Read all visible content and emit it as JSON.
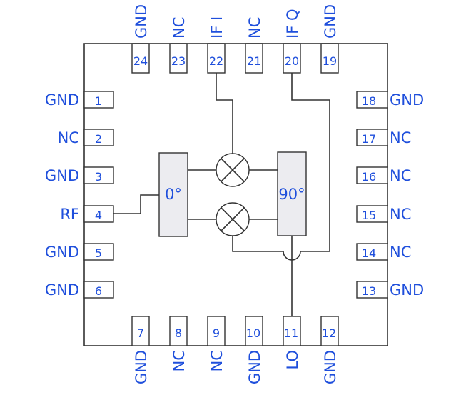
{
  "diagram": {
    "title": "",
    "blocks": {
      "splitter_0": "0°",
      "hybrid_90": "90°"
    },
    "pins": {
      "left": [
        {
          "num": "1",
          "label": "GND"
        },
        {
          "num": "2",
          "label": "NC"
        },
        {
          "num": "3",
          "label": "GND"
        },
        {
          "num": "4",
          "label": "RF"
        },
        {
          "num": "5",
          "label": "GND"
        },
        {
          "num": "6",
          "label": "GND"
        }
      ],
      "bottom": [
        {
          "num": "7",
          "label": "GND"
        },
        {
          "num": "8",
          "label": "NC"
        },
        {
          "num": "9",
          "label": "NC"
        },
        {
          "num": "10",
          "label": "GND"
        },
        {
          "num": "11",
          "label": "LO"
        },
        {
          "num": "12",
          "label": "GND"
        }
      ],
      "right": [
        {
          "num": "13",
          "label": "GND"
        },
        {
          "num": "14",
          "label": "NC"
        },
        {
          "num": "15",
          "label": "NC"
        },
        {
          "num": "16",
          "label": "NC"
        },
        {
          "num": "17",
          "label": "NC"
        },
        {
          "num": "18",
          "label": "GND"
        }
      ],
      "top": [
        {
          "num": "19",
          "label": "GND"
        },
        {
          "num": "20",
          "label": "IF Q"
        },
        {
          "num": "21",
          "label": "NC"
        },
        {
          "num": "22",
          "label": "IF I"
        },
        {
          "num": "23",
          "label": "NC"
        },
        {
          "num": "24",
          "label": "GND"
        }
      ]
    },
    "colors": {
      "text": "#1f4fdc",
      "lines": "#333333",
      "block_fill": "#ececf0"
    }
  }
}
